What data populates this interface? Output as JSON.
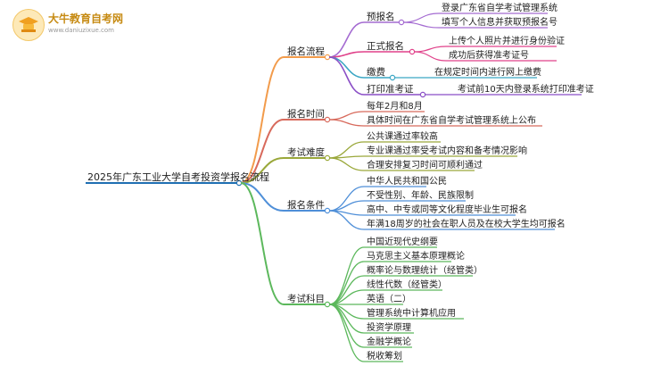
{
  "watermark": {
    "title": "大牛教育自考网",
    "url": "www.daniuzixue.com",
    "icon": "graduation-book-icon"
  },
  "root": "2025年广东工业大学自考投资学报名流程",
  "colors": {
    "root": "#1f6fb2",
    "报名流程": "#f29b4b",
    "报名时间": "#d86a5c",
    "考试难度": "#9aa83a",
    "报名条件": "#4f8fd8",
    "考试科目": "#5cb85c",
    "sub_预报名": "#a46bd1",
    "sub_正式报名": "#e0418a",
    "sub_缴费": "#3aa6c4",
    "sub_打印准考证": "#8a4ec6"
  },
  "branches": [
    {
      "label": "报名流程",
      "children": [
        {
          "label": "预报名",
          "children": [
            "登录广东省自学考试管理系统",
            "填写个人信息并获取预报名号"
          ]
        },
        {
          "label": "正式报名",
          "children": [
            "上传个人照片并进行身份验证",
            "成功后获得准考证号"
          ]
        },
        {
          "label": "缴费",
          "children": [
            "在规定时间内进行网上缴费"
          ]
        },
        {
          "label": "打印准考证",
          "children": [
            "考试前10天内登录系统打印准考证"
          ]
        }
      ]
    },
    {
      "label": "报名时间",
      "children": [
        "每年2月和8月",
        "具体时间在广东省自学考试管理系统上公布"
      ]
    },
    {
      "label": "考试难度",
      "children": [
        "公共课通过率较高",
        "专业课通过率受考试内容和备考情况影响",
        "合理安排复习时间可顺利通过"
      ]
    },
    {
      "label": "报名条件",
      "children": [
        "中华人民共和国公民",
        "不受性别、年龄、民族限制",
        "高中、中专或同等文化程度毕业生可报名",
        "年满18周岁的社会在职人员及在校大学生均可报名"
      ]
    },
    {
      "label": "考试科目",
      "children": [
        "中国近现代史纲要",
        "马克思主义基本原理概论",
        "概率论与数理统计（经管类）",
        "线性代数（经管类）",
        "英语（二）",
        "管理系统中计算机应用",
        "投资学原理",
        "金融学概论",
        "税收筹划"
      ]
    }
  ]
}
